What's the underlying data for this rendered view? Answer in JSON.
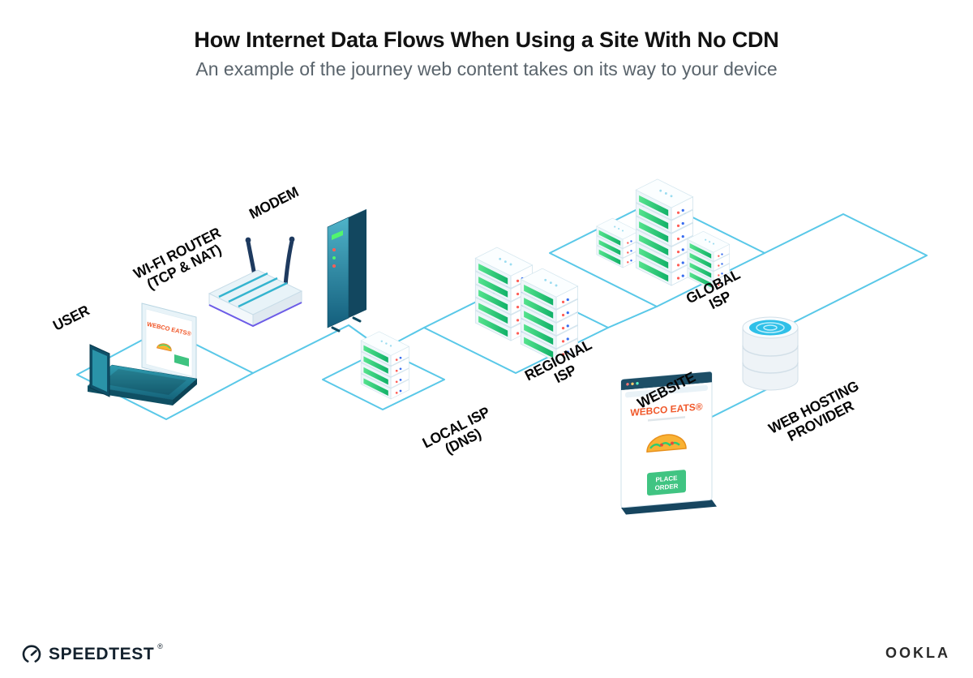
{
  "header": {
    "title": "How Internet Data Flows When Using a Site With No CDN",
    "subtitle": "An example of the journey web content takes on its way to your device"
  },
  "diagram": {
    "labels": {
      "user": {
        "line1": "USER",
        "line2": ""
      },
      "wifi_router": {
        "line1": "WI-FI ROUTER",
        "line2": "(TCP & NAT)"
      },
      "modem": {
        "line1": "MODEM",
        "line2": ""
      },
      "local_isp": {
        "line1": "LOCAL ISP",
        "line2": "(DNS)"
      },
      "regional_isp": {
        "line1": "REGIONAL",
        "line2": "ISP"
      },
      "global_isp": {
        "line1": "GLOBAL",
        "line2": "ISP"
      },
      "website": {
        "line1": "WEBSITE",
        "line2": ""
      },
      "web_hosting": {
        "line1": "WEB HOSTING",
        "line2": "PROVIDER"
      }
    },
    "laptop_screen": {
      "brand": "WEBCO EATS®"
    },
    "website_window": {
      "brand": "WEBCO EATS®",
      "button_line1": "PLACE",
      "button_line2": "ORDER"
    },
    "colors": {
      "connection_line": "#59c8e8",
      "server_green": "#2ed573",
      "device_teal": "#1d7a8c",
      "brand_orange": "#f0582a",
      "dark_navy": "#1d4e66"
    }
  },
  "footer": {
    "speedtest": "SPEEDTEST",
    "speedtest_mark": "®",
    "ookla": "OOKLA"
  }
}
